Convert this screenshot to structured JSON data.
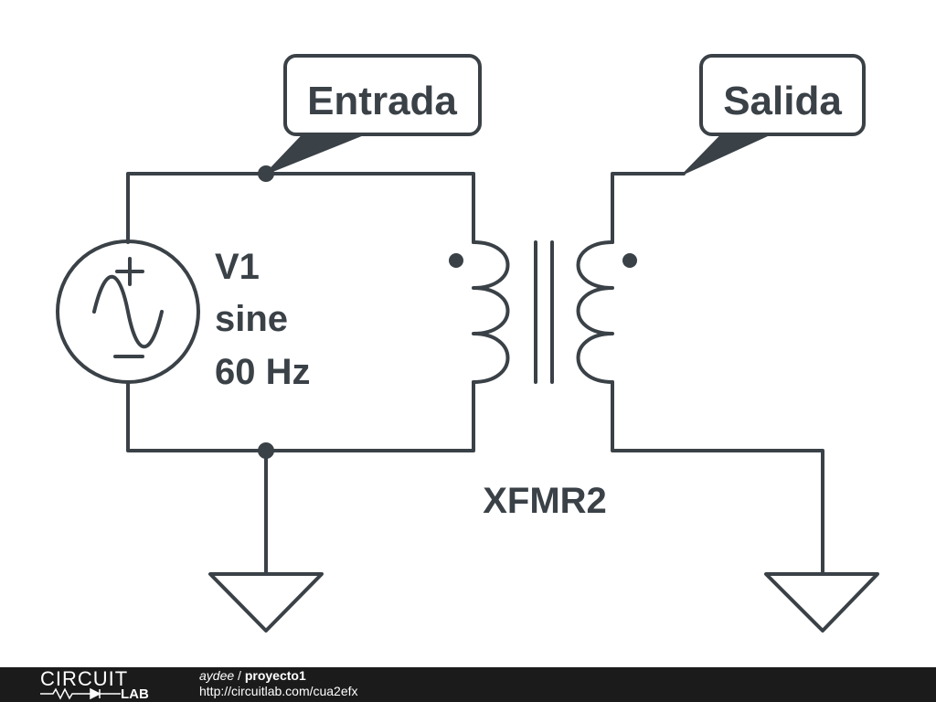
{
  "labels": {
    "input_node": "Entrada",
    "output_node": "Salida",
    "source_name": "V1",
    "source_type": "sine",
    "source_freq": "60 Hz",
    "transformer": "XFMR2",
    "plus": "+",
    "minus": "−"
  },
  "footer": {
    "brand_top": "CIRCUIT",
    "brand_bottom": "LAB",
    "user": "aydee",
    "separator": " / ",
    "project": "proyecto1",
    "url": "http://circuitlab.com/cua2efx"
  },
  "colors": {
    "wire": "#3a4147",
    "footer_bg": "#1b1b1b",
    "footer_text": "#ffffff"
  }
}
